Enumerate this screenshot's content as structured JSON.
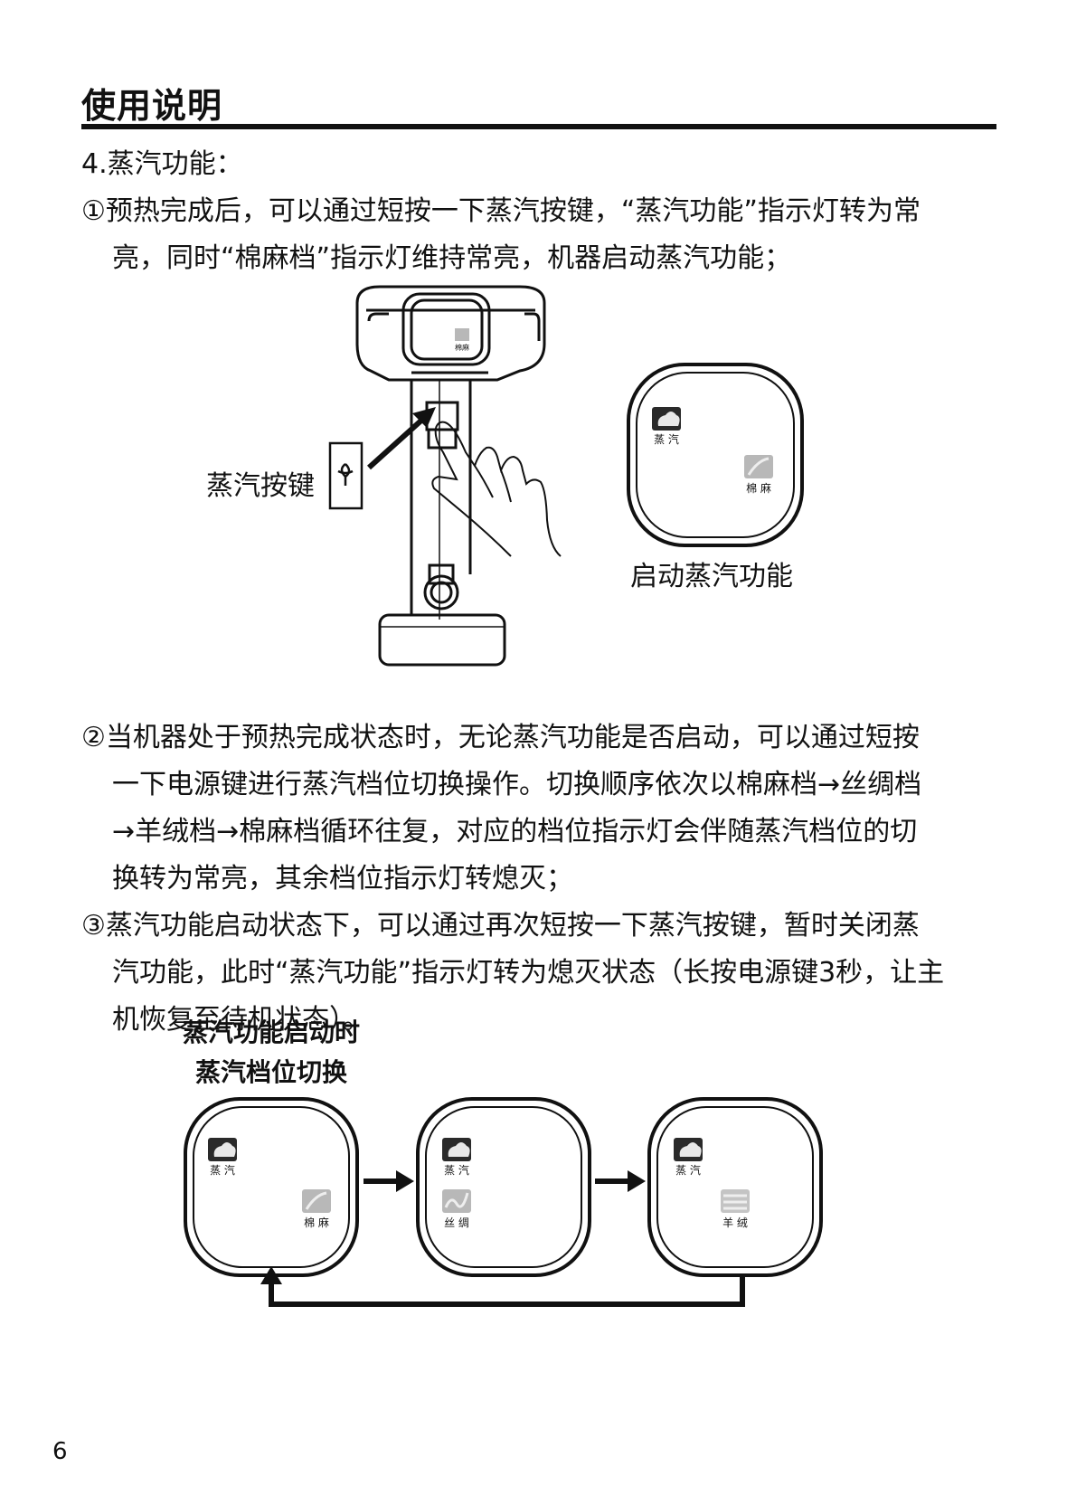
{
  "header": {
    "title": "使用说明"
  },
  "section": {
    "heading": "4.蒸汽功能：",
    "item1": {
      "lines": [
        "①预热完成后，可以通过短按一下蒸汽按键，“蒸汽功能”指示灯转为常",
        "亮，同时“棉麻档”指示灯维持常亮，机器启动蒸汽功能；"
      ]
    },
    "item2": {
      "lines": [
        "②当机器处于预热完成状态时，无论蒸汽功能是否启动，可以通过短按",
        "一下电源键进行蒸汽档位切换操作。切换顺序依次以棉麻档→丝绸档",
        "→羊绒档→棉麻档循环往复，对应的档位指示灯会伴随蒸汽档位的切",
        "换转为常亮，其余档位指示灯转熄灭；"
      ]
    },
    "item3": {
      "lines": [
        "③蒸汽功能启动状态下，可以通过再次短按一下蒸汽按键，暂时关闭蒸",
        "汽功能，此时“蒸汽功能”指示灯转为熄灭状态（长按电源键3秒，让主",
        "机恢复至待机状态）。"
      ]
    }
  },
  "figure1": {
    "steam_button_label": "蒸汽按键",
    "panel_caption": "启动蒸汽功能",
    "icons": {
      "steam": "蒸 汽",
      "cotton_linen": "棉 麻",
      "device_mini": "棉麻"
    }
  },
  "figure2": {
    "caption_line1": "蒸汽功能启动时",
    "caption_line2": "蒸汽档位切换",
    "panels": [
      {
        "top_icon": "蒸 汽",
        "bottom_icon": "棉 麻"
      },
      {
        "top_icon": "蒸 汽",
        "bottom_icon": "丝 绸"
      },
      {
        "top_icon": "蒸 汽",
        "bottom_icon": "羊 绒"
      }
    ]
  },
  "footer": {
    "page_number": "6"
  },
  "colors": {
    "ink": "#111111",
    "icon_dark": "#2a2a2a",
    "icon_light": "#b8b8b8"
  }
}
